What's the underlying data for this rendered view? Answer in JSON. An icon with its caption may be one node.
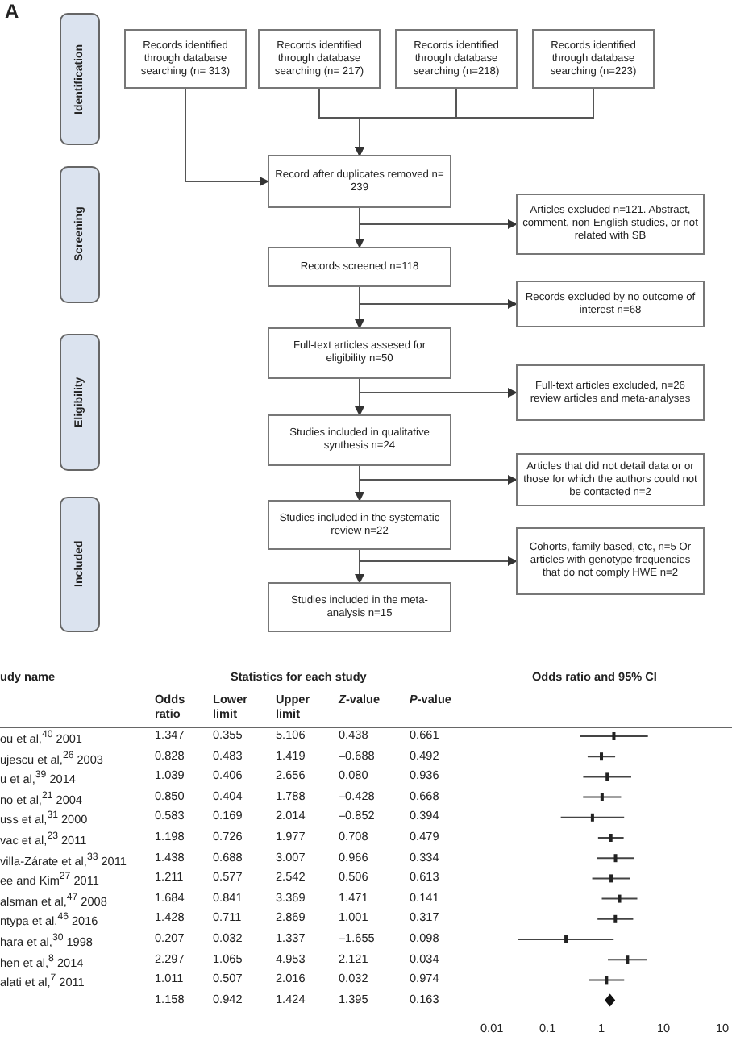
{
  "diagram": {
    "nodes": [
      {
        "text": [
          "Identification"
        ]
      },
      {
        "text": [
          "Screening"
        ]
      },
      {
        "text": [
          "Eligibility"
        ]
      },
      {
        "text": [
          "Included"
        ]
      },
      {
        "text": [
          "Records identified through database searching (n= 313)"
        ]
      },
      {
        "text": [
          "Records identified through database searching (n= 217)"
        ]
      },
      {
        "text": [
          "Records identified through database searching (n=218)"
        ]
      },
      {
        "text": [
          "Records identified through database searching (n=223)"
        ]
      },
      {
        "text": [
          "Record after duplicates removed n= 239"
        ]
      },
      {
        "text": [
          "Articles excluded n=121. Abstract, comment, non-English studies, or not related with SB"
        ]
      },
      {
        "text": [
          "Records screened n=118"
        ]
      },
      {
        "text": [
          "Records excluded by no outcome of interest n=68"
        ]
      },
      {
        "text": [
          "Full-text articles assesed for eligibility n=50"
        ]
      },
      {
        "text": [
          "Full-text articles excluded, n=26 review articles and meta-analyses"
        ]
      },
      {
        "text": [
          "Studies included in qualitative synthesis n=24"
        ]
      },
      {
        "text": [
          "Articles that did not detail data or or those for which the authors could not be contacted n=2"
        ]
      },
      {
        "text": [
          "Studies included in the systematic review n=22"
        ]
      },
      {
        "text": [
          "Cohorts, family based, etc, n=5 Or articles with genotype frequencies that do not comply HWE n=2"
        ]
      },
      {
        "text": [
          "Studies included in the meta-analysis n=15"
        ]
      }
    ],
    "edges": [
      {
        "from": 4,
        "to": 8,
        "arrow": "to"
      },
      {
        "from": 5,
        "to": 8,
        "arrow": "to"
      },
      {
        "from": 6,
        "to": 8,
        "arrow": "to"
      },
      {
        "from": 7,
        "to": 8,
        "arrow": "to"
      },
      {
        "from": 8,
        "to": 10,
        "arrow": "to"
      },
      {
        "from": 8,
        "to": 9,
        "arrow": "to"
      },
      {
        "from": 10,
        "to": 12,
        "arrow": "to"
      },
      {
        "from": 10,
        "to": 11,
        "arrow": "to"
      },
      {
        "from": 12,
        "to": 14,
        "arrow": "to"
      },
      {
        "from": 12,
        "to": 13,
        "arrow": "to"
      },
      {
        "from": 14,
        "to": 16,
        "arrow": "to"
      },
      {
        "from": 14,
        "to": 15,
        "arrow": "to"
      },
      {
        "from": 16,
        "to": 18,
        "arrow": "to"
      },
      {
        "from": 16,
        "to": 17,
        "arrow": "to"
      }
    ],
    "labels": [
      "A",
      "udy name",
      "Statistics for each study",
      "Odds ratio and 95% CI",
      "Odds ratio",
      "Lower limit",
      "Upper limit",
      "*Z*-value",
      "*P*-value",
      "ou et al,$^{40}$ 2001",
      "1.347",
      "0.355",
      "5.106",
      "0.438",
      "0.661",
      "ujescu et al,$^{26}$ 2003",
      "0.828",
      "0.483",
      "1.419",
      "–0.688",
      "0.492",
      "u et al,$^{39}$ 2014",
      "1.039",
      "0.406",
      "2.656",
      "0.080",
      "0.936",
      "no et al,$^{21}$ 2004",
      "0.850",
      "0.404",
      "1.788",
      "–0.428",
      "0.668",
      "uss et al,$^{31}$ 2000",
      "0.583",
      "0.169",
      "2.014",
      "–0.852",
      "0.394",
      "vac et al,$^{23}$ 2011",
      "1.198",
      "0.726",
      "1.977",
      "0.708",
      "0.479",
      "villa-Zárate et al,$^{33}$ 2011",
      "1.438",
      "0.688",
      "3.007",
      "0.966",
      "0.334",
      "ee and Kim$^{27}$ 2011",
      "1.211",
      "0.577",
      "2.542",
      "0.506",
      "0.613",
      "alsman et al,$^{47}$ 2008",
      "1.684",
      "0.841",
      "3.369",
      "1.471",
      "0.141",
      "ntypa et al,$^{46}$ 2016",
      "1.428",
      "0.711",
      "2.869",
      "1.001",
      "0.317",
      "hara et al,$^{30}$ 1998",
      "0.207",
      "0.032",
      "1.337",
      "–1.655",
      "0.098",
      "hen et al,$^{8}$ 2014",
      "2.297",
      "1.065",
      "4.953",
      "2.121",
      "0.034",
      "alati et al,$^{7}$ 2011",
      "1.011",
      "0.507",
      "2.016",
      "0.032",
      "0.974",
      "1.158",
      "0.942",
      "1.424",
      "1.395",
      "0.163",
      "0.01",
      "0.1",
      "1",
      "10",
      "10"
    ]
  }
}
